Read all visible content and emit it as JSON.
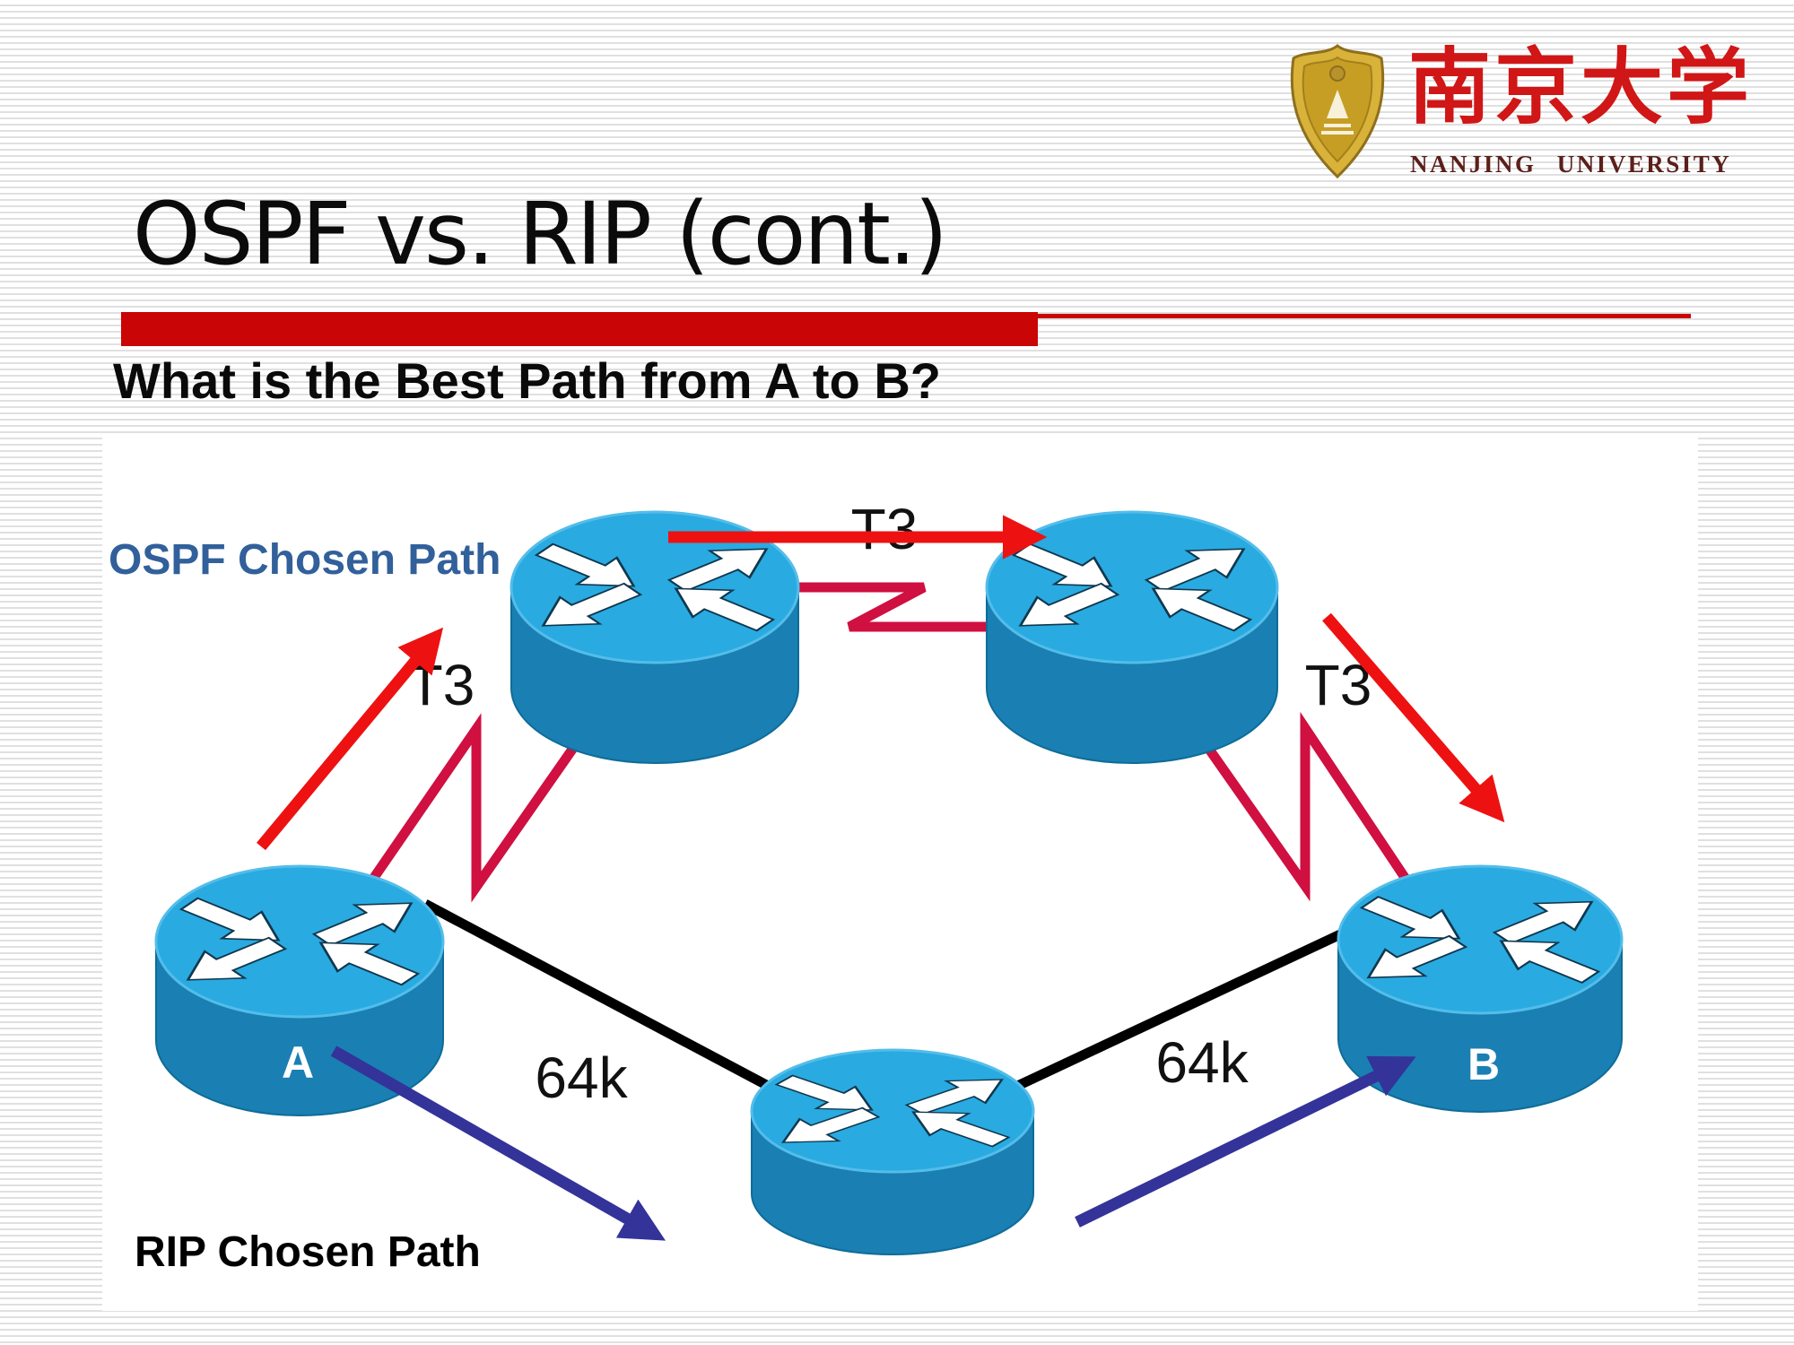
{
  "slide": {
    "title": "OSPF vs. RIP (cont.)",
    "subtitle": "What is the Best Path from A to B?"
  },
  "logo": {
    "university_cn": "南京大学",
    "university_en": "NANJING  UNIVERSITY"
  },
  "diagram": {
    "ospf_path_label": "OSPF Chosen Path",
    "rip_path_label": "RIP Chosen Path",
    "link_labels": {
      "t3_left": "T3",
      "t3_top": "T3",
      "t3_right": "T3",
      "k64_left": "64k",
      "k64_right": "64k"
    },
    "routers": {
      "a_label": "A",
      "b_label": "B"
    },
    "colors": {
      "accent_bar": "#c90505",
      "ospf_arrow": "#ee1111",
      "rip_arrow": "#333399",
      "serial_link": "#cf1040",
      "lan_link": "#000000",
      "router_face": "#29aae1",
      "router_body": "#1a7fb2",
      "ospf_label_text": "#31609b"
    }
  }
}
